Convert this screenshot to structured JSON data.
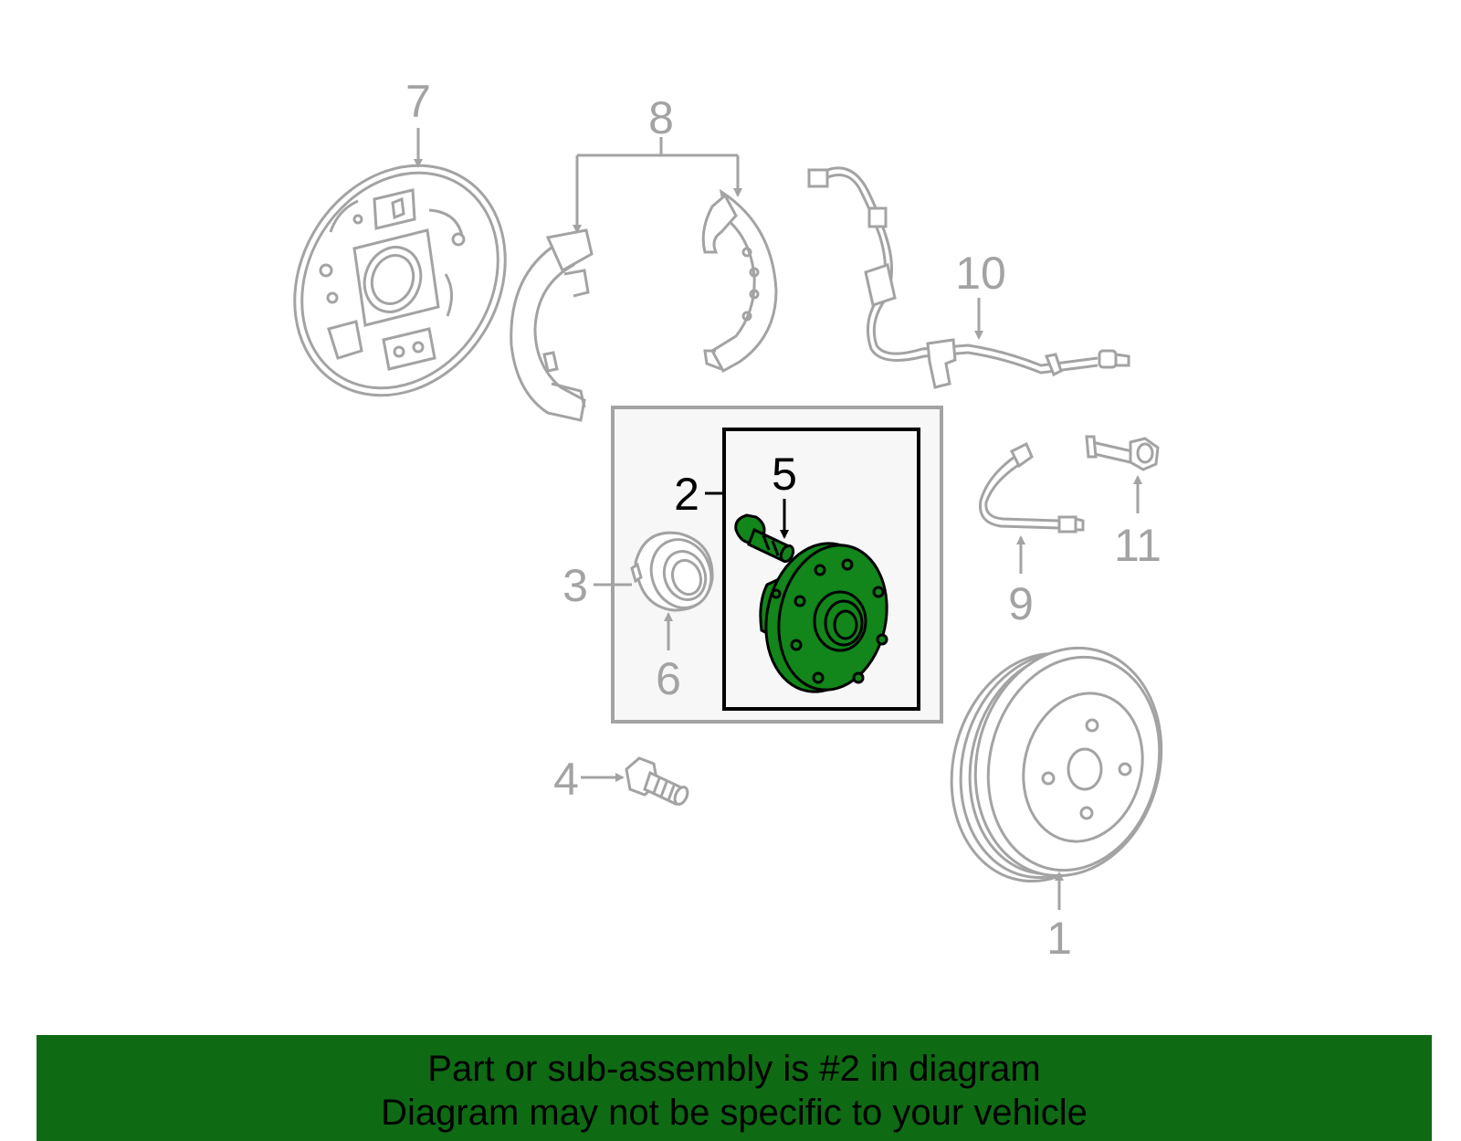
{
  "colors": {
    "gray_line": "#a3a3a3",
    "highlight_fill": "#12851b",
    "highlight_outline": "#000000",
    "banner_bg": "#0f6a14",
    "box_fill": "#f7f7f7"
  },
  "callouts": {
    "c1": "1",
    "c2": "2",
    "c3": "3",
    "c4": "4",
    "c5": "5",
    "c6": "6",
    "c7": "7",
    "c8": "8",
    "c9": "9",
    "c10": "10",
    "c11": "11"
  },
  "banner": {
    "line1": "Part or sub-assembly is #2 in diagram",
    "line2": "Diagram may not be specific to your vehicle"
  }
}
